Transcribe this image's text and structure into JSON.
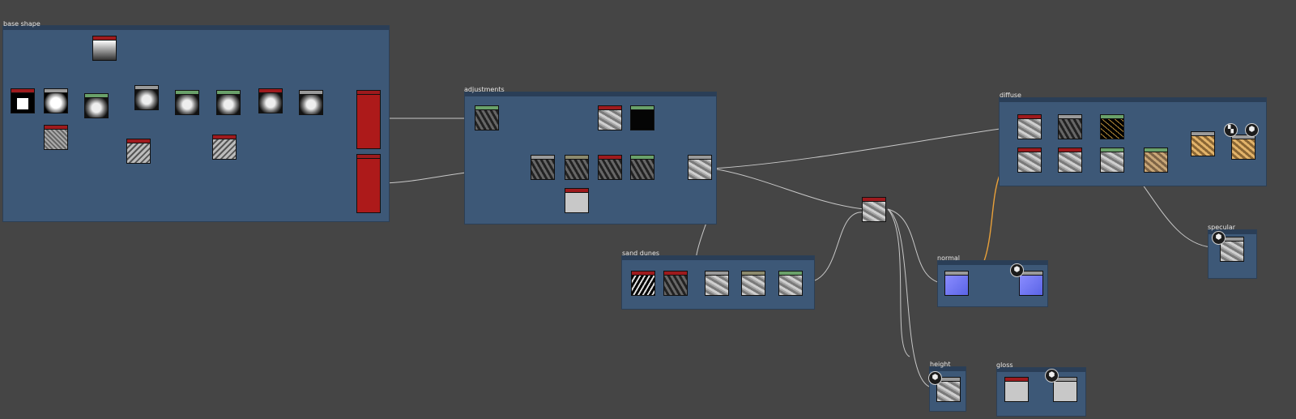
{
  "frames": {
    "base_shape": "base shape",
    "adjustments": "adjustments",
    "sand_dunes": "sand dunes",
    "diffuse": "diffuse",
    "normal": "normal",
    "specular": "specular",
    "height": "height",
    "gloss": "gloss"
  },
  "icons": {
    "output": "cube-icon",
    "mask": "checker-icon"
  },
  "colors": {
    "background": "#454545",
    "frame": "#3d5877",
    "link": "#c8c8c8",
    "link_highlight": "#e8a03a"
  }
}
